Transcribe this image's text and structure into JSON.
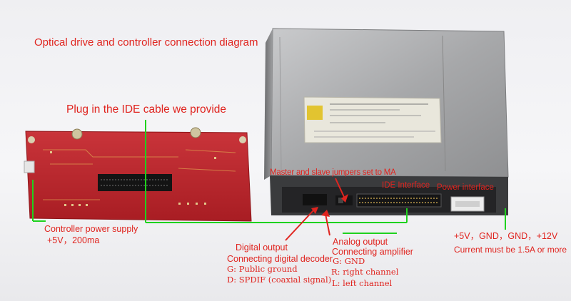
{
  "labels": {
    "title": "Optical drive and controller connection diagram",
    "ide_cable": "Plug in the IDE cable we provide",
    "controller_power_1": "Controller power supply",
    "controller_power_2": "+5V，200ma",
    "digital_output": "Digital output",
    "digital_decoder": "Connecting digital decoder",
    "digital_g": "G: Public ground",
    "digital_d": "D: SPDIF (coaxial signal)",
    "analog_output": "Analog output",
    "analog_amp": "Connecting amplifier",
    "analog_g": "G: GND",
    "analog_r": "R: right channel",
    "analog_l": "L: left channel",
    "power_pins": "+5V，GND，GND，+12V",
    "power_current": "Current must be 1.5A or more",
    "master_slave": "Master and slave jumpers  set to MA",
    "ide_interface": "IDE Interface",
    "power_interface": "Power interface"
  },
  "colors": {
    "label_red": "#e0241f",
    "leader_green": "#1ed21e",
    "pcb_red": "#c0262c",
    "drive_metal": "#a9aaab",
    "drive_bezel": "#2c2c2e"
  }
}
